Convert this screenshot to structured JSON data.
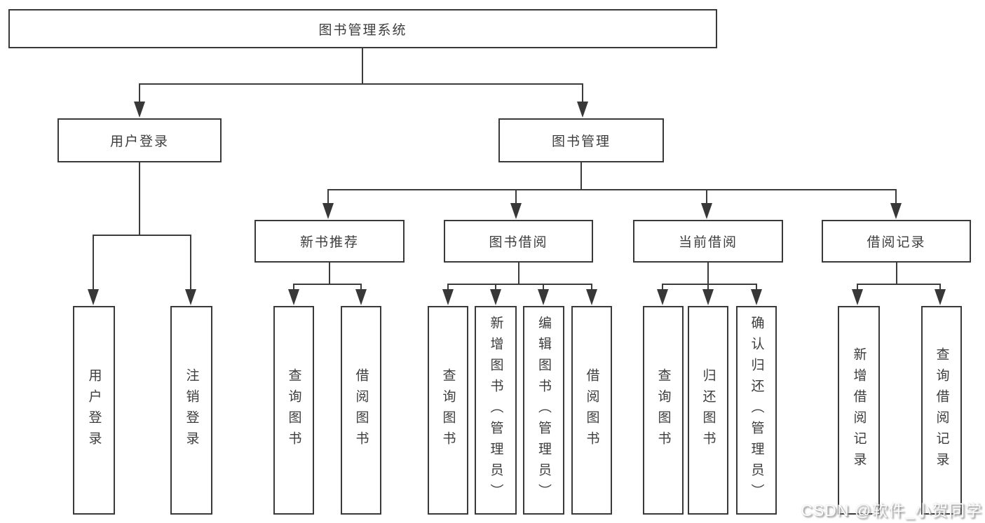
{
  "root": {
    "label": "图书管理系统"
  },
  "level2": {
    "user_login": {
      "label": "用户登录"
    },
    "book_mgmt": {
      "label": "图书管理"
    }
  },
  "level3": {
    "new_rec": {
      "label": "新书推荐"
    },
    "book_borrow": {
      "label": "图书借阅"
    },
    "current_borrow": {
      "label": "当前借阅"
    },
    "borrow_records": {
      "label": "借阅记录"
    }
  },
  "leaves": {
    "user_login": {
      "label": "用户登录"
    },
    "logout": {
      "label": "注销登录"
    },
    "rec_query_books": {
      "label": "查询图书"
    },
    "rec_borrow_books": {
      "label": "借阅图书"
    },
    "bor_query_books": {
      "label": "查询图书"
    },
    "bor_add_books": {
      "label": "新增图书（管理员）"
    },
    "bor_edit_books": {
      "label": "编辑图书（管理员）"
    },
    "bor_borrow_books": {
      "label": "借阅图书"
    },
    "cur_query_books": {
      "label": "查询图书"
    },
    "cur_return_books": {
      "label": "归还图书"
    },
    "cur_confirm_return": {
      "label": "确认归还（管理员）"
    },
    "recd_add_record": {
      "label": "新增借阅记录"
    },
    "recd_query_record": {
      "label": "查询借阅记录"
    }
  },
  "watermark": {
    "text": "CSDN @软件_小贺同学"
  },
  "colors": {
    "line": "#3c3c3c",
    "text": "#3d3d3d",
    "background": "#ffffff"
  }
}
